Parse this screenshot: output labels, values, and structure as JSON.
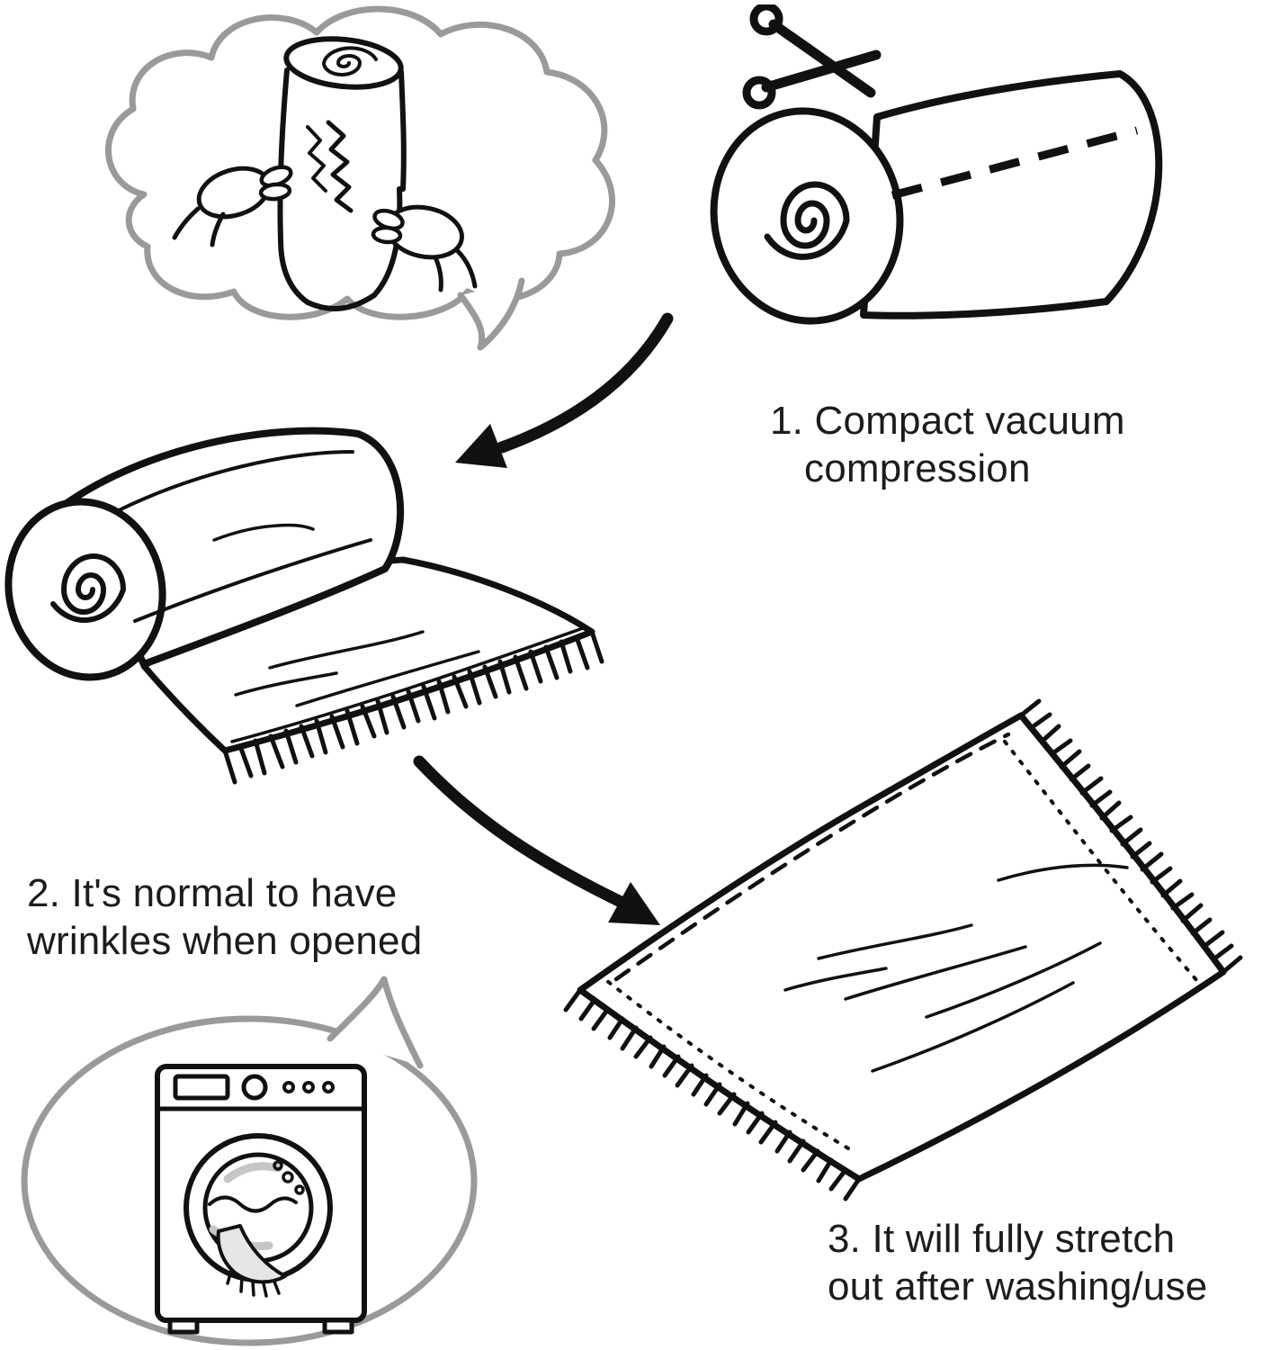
{
  "colors": {
    "ink": "#111111",
    "bubble_outline": "#9a9a9a",
    "text": "#1c1c1c",
    "background": "#ffffff"
  },
  "steps": {
    "step1": {
      "line1": "1. Compact vacuum",
      "line2": "compression"
    },
    "step2": {
      "line1": "2. It's normal to have",
      "line2": "wrinkles when opened"
    },
    "step3": {
      "line1": "3. It will fully stretch",
      "line2": "out after washing/use"
    }
  },
  "icons": {
    "scissors": "scissors-icon",
    "washing_machine": "washing-machine-icon",
    "thought_bubble": "thought-bubble-outline",
    "speech_bubble": "speech-bubble-outline",
    "arrow_to_step2": "arrow-down-left-icon",
    "arrow_to_step3": "arrow-down-right-icon"
  }
}
